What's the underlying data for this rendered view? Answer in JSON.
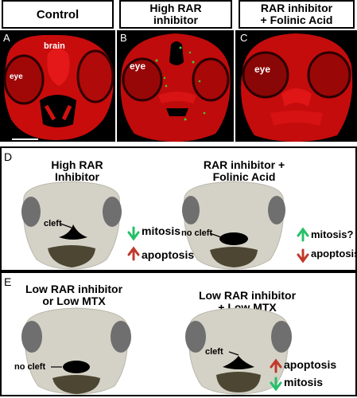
{
  "headers": {
    "control": "Control",
    "high_rar_line1": "High RAR",
    "high_rar_line2": "inhibitor",
    "rar_folinic_line1": "RAR inhibitor",
    "rar_folinic_line2": "+ Folinic Acid"
  },
  "panels": {
    "a": {
      "letter": "A",
      "labels": [
        "brain",
        "eye"
      ]
    },
    "b": {
      "letter": "B",
      "labels": [
        "eye"
      ]
    },
    "c": {
      "letter": "C",
      "labels": [
        "eye"
      ]
    }
  },
  "section_d": {
    "letter": "D",
    "left": {
      "title_line1": "High RAR",
      "title_line2": "Inhibitor",
      "face_label": "cleft",
      "effects": [
        {
          "text": "mitosis",
          "direction": "down"
        },
        {
          "text": "apoptosis",
          "direction": "up"
        }
      ]
    },
    "right": {
      "title_line1": "RAR inhibitor +",
      "title_line2": "Folinic Acid",
      "face_label": "no cleft",
      "effects": [
        {
          "text": "mitosis?",
          "direction": "up"
        },
        {
          "text": "apoptosis",
          "direction": "down"
        }
      ]
    }
  },
  "section_e": {
    "letter": "E",
    "left": {
      "title_line1": "Low RAR inhibitor",
      "title_line2": "or Low MTX",
      "face_label": "no cleft"
    },
    "right": {
      "title_line1": "Low RAR inhibitor",
      "title_line2": "+ Low MTX",
      "face_label": "cleft",
      "effects": [
        {
          "text": "apoptosis",
          "direction": "up"
        },
        {
          "text": "mitosis",
          "direction": "down"
        }
      ]
    }
  },
  "colors": {
    "face": "#d4d2c6",
    "face_stroke": "#b9b7ab",
    "eye": "#6f6f6f",
    "jaw": "#4d4632",
    "mouth": "#000000",
    "arrow_up_green": "#27c06a",
    "arrow_down_green": "#27c06a",
    "arrow_up_red": "#c0392b",
    "arrow_down_red": "#c0392b",
    "tissue": "#e01010",
    "dots": "#3ad03a"
  }
}
